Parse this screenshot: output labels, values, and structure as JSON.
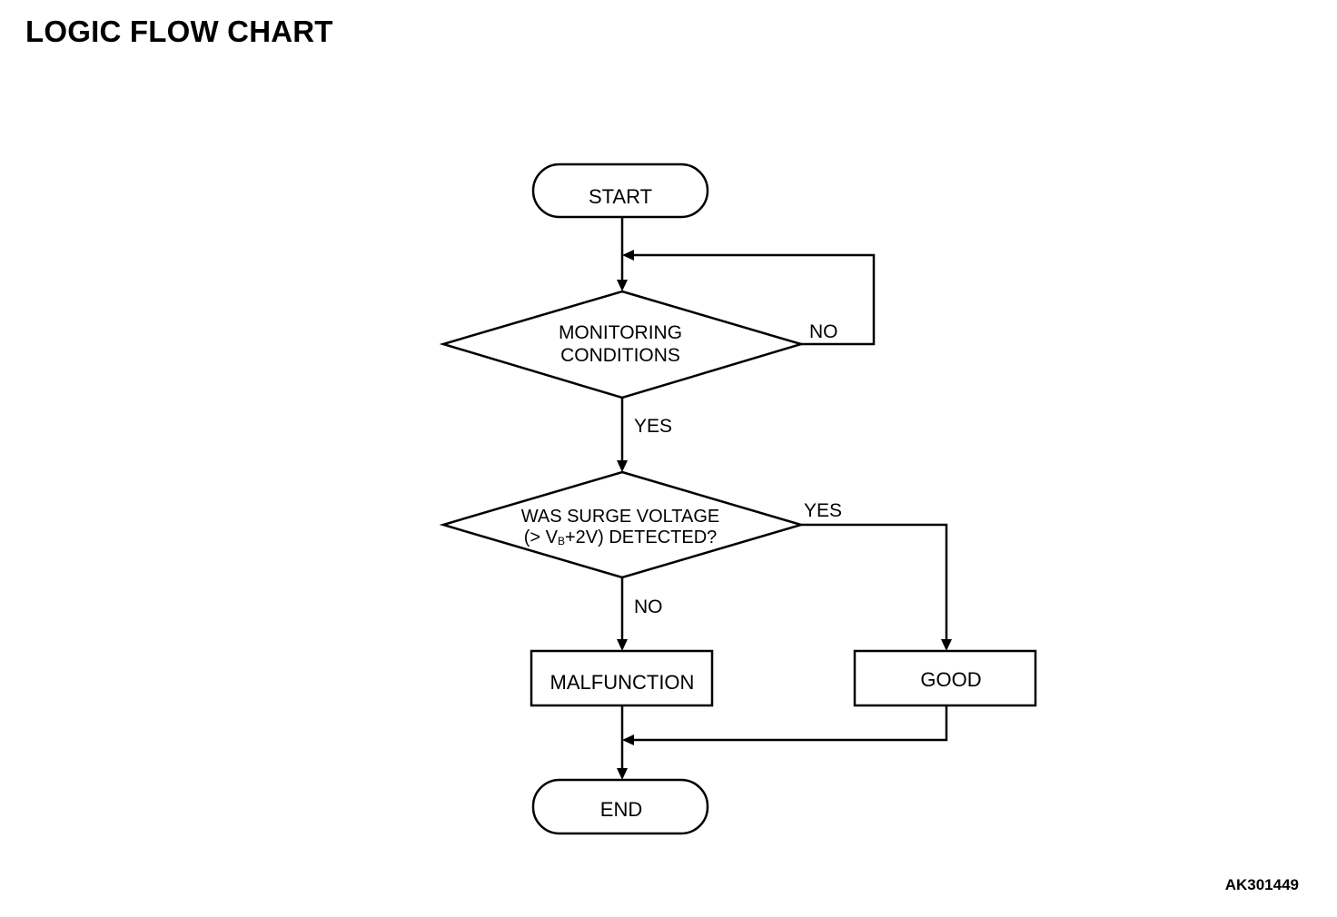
{
  "title": "LOGIC FLOW CHART",
  "nodes": {
    "start": "START",
    "monitoring_line1": "MONITORING",
    "monitoring_line2": "CONDITIONS",
    "surge_line1": "WAS SURGE VOLTAGE",
    "surge_line2_pre": "(> V",
    "surge_line2_sub": "B",
    "surge_line2_post": "+2V) DETECTED?",
    "malfunction": "MALFUNCTION",
    "good": "GOOD",
    "end": "END"
  },
  "edge_labels": {
    "monitoring_no": "NO",
    "monitoring_yes": "YES",
    "surge_yes": "YES",
    "surge_no": "NO"
  },
  "reference_code": "AK301449"
}
